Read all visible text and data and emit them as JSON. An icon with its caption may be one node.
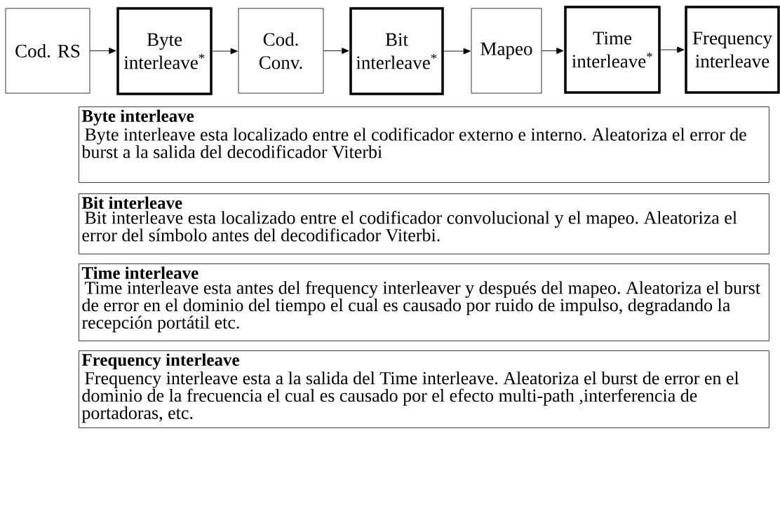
{
  "diagram": {
    "nodes": [
      {
        "text": [
          "Cod. RS"
        ]
      },
      {
        "text": [
          "Byte interleave$^{*}$"
        ]
      },
      {
        "text": [
          "Cod. Conv."
        ]
      },
      {
        "text": [
          "Bit interleave$^{*}$"
        ]
      },
      {
        "text": [
          "Mapeo"
        ]
      },
      {
        "text": [
          "Time interleave$^{*}$"
        ]
      },
      {
        "text": [
          "Frequency interleave"
        ]
      },
      {
        "text": [
          "Byte interleave",
          "Byte interleave esta localizado entre el codificador externo e interno. Aleatoriza el error de burst a la salida del decodificador Viterbi"
        ]
      },
      {
        "text": [
          "Bit interleave",
          "Bit interleave esta localizado entre el codificador convolucional y el mapeo. Aleatoriza el error del símbolo antes del decodificador Viterbi."
        ]
      },
      {
        "text": [
          "Time interleave",
          "Time interleave esta antes del frequency interleaver y después del mapeo. Aleatoriza el burst de error en el dominio del tiempo el cual es causado por ruido de impulso, degradando la recepción portátil etc."
        ]
      },
      {
        "text": [
          "Frequency interleave",
          "Frequency interleave esta a la salida del Time interleave. Aleatoriza el burst de error en el dominio de la frecuencia el cual es causado por el efecto multi-path ,interferencia de portadoras, etc."
        ]
      }
    ],
    "edges": [
      {
        "from": 0,
        "to": 1,
        "arrow": "to"
      },
      {
        "from": 1,
        "to": 2,
        "arrow": "to"
      },
      {
        "from": 2,
        "to": 3,
        "arrow": "to"
      },
      {
        "from": 3,
        "to": 4,
        "arrow": "to"
      },
      {
        "from": 4,
        "to": 5,
        "arrow": "to"
      },
      {
        "from": 5,
        "to": 6,
        "arrow": "to"
      }
    ]
  }
}
